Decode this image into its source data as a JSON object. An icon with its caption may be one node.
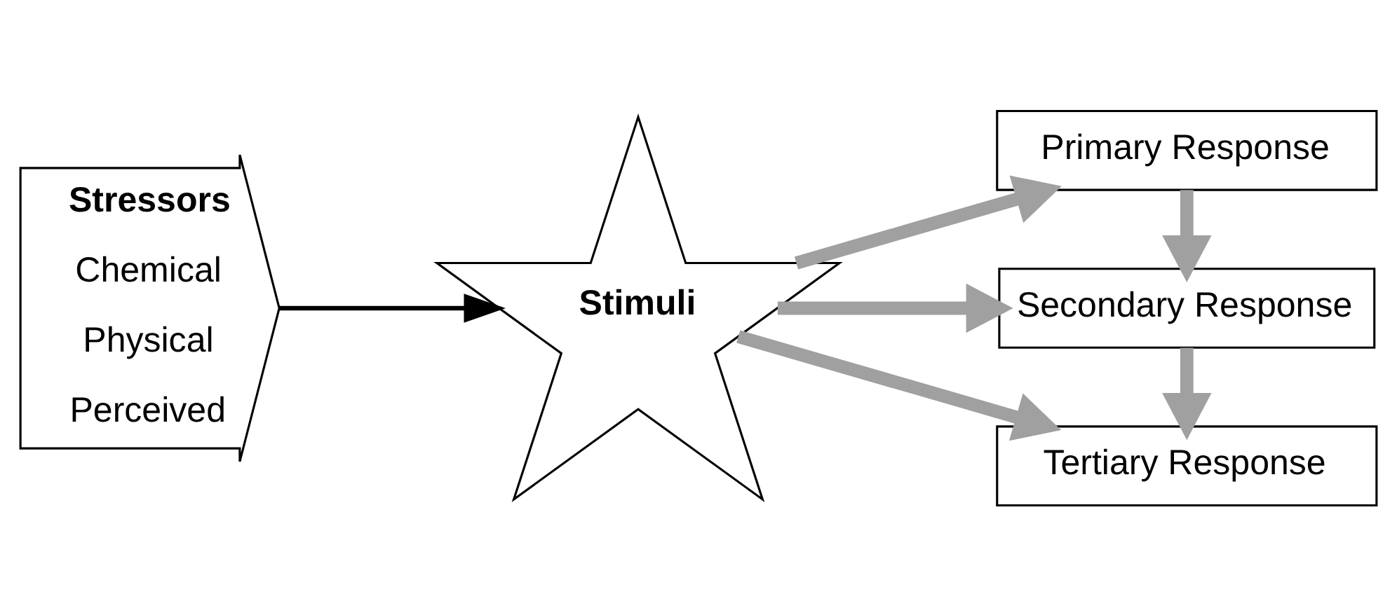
{
  "diagram": {
    "nodes": [
      {
        "text": [
          "Stressors",
          "Chemical",
          "Physical",
          "Perceived"
        ]
      },
      {
        "text": [
          "Stimuli"
        ]
      },
      {
        "text": [
          "Primary Response"
        ]
      },
      {
        "text": [
          "Secondary Response"
        ]
      },
      {
        "text": [
          "Tertiary Response"
        ]
      }
    ],
    "edges": [
      {
        "from": 0,
        "to": 1,
        "arrow": "to",
        "color": "#000000"
      },
      {
        "from": 1,
        "to": 2,
        "arrow": "to"
      },
      {
        "from": 1,
        "to": 3,
        "arrow": "to"
      },
      {
        "from": 1,
        "to": 4,
        "arrow": "to"
      },
      {
        "from": 2,
        "to": 3,
        "arrow": "to"
      },
      {
        "from": 3,
        "to": 4,
        "arrow": "to"
      }
    ]
  }
}
